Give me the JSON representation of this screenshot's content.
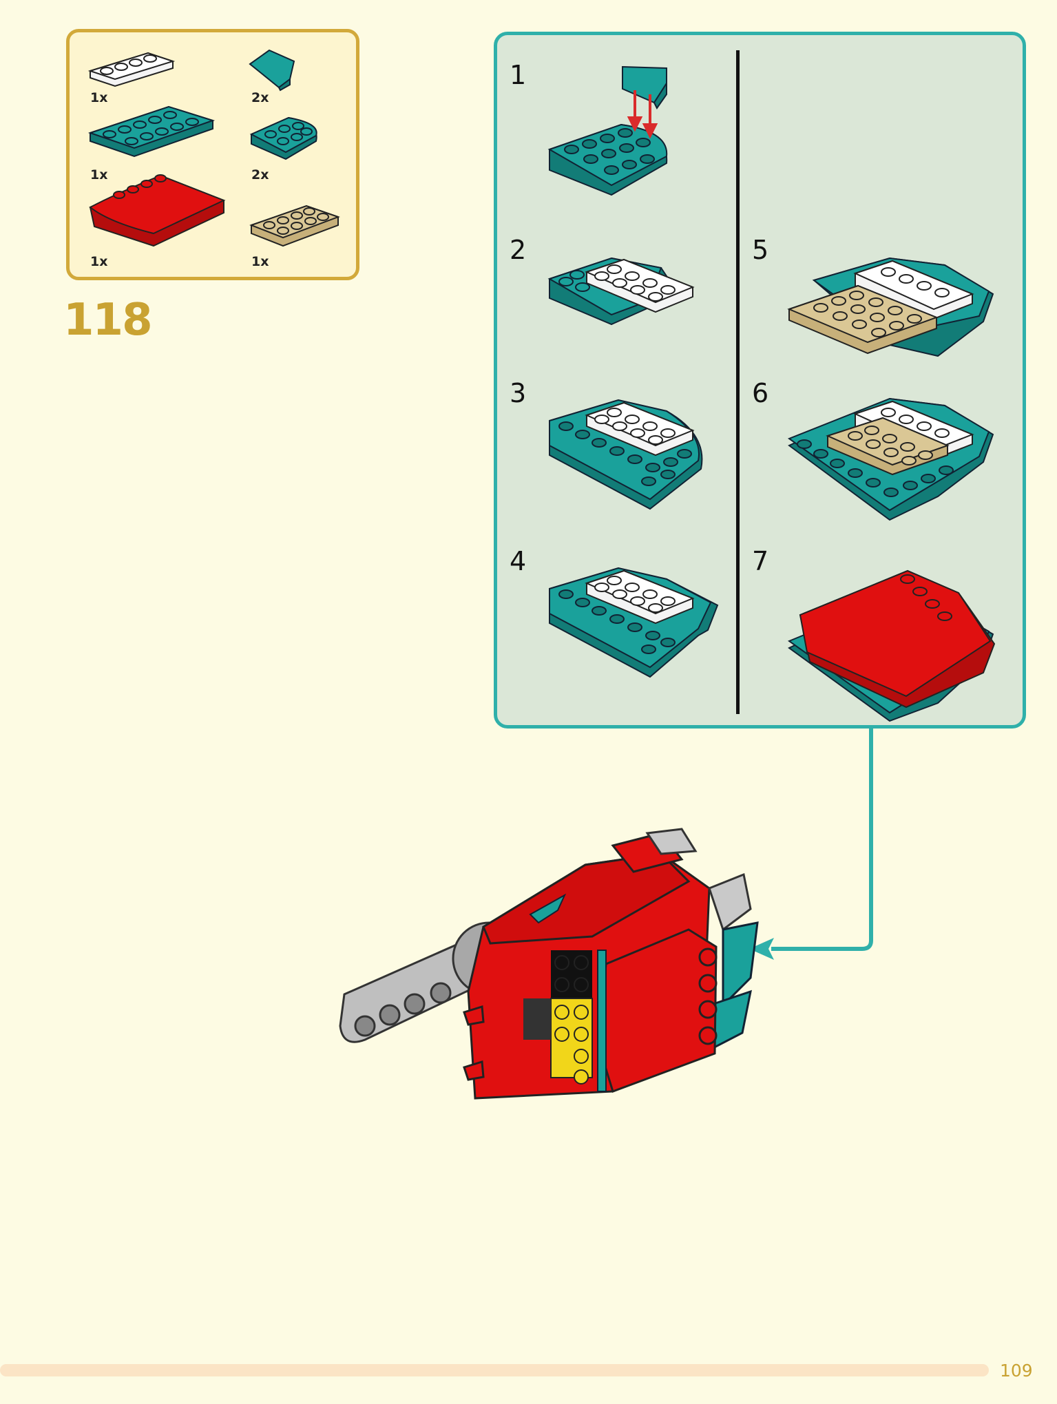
{
  "parts_list": {
    "items": [
      {
        "name": "white-plate-1x4",
        "qty": "1x"
      },
      {
        "name": "teal-wedge-plate",
        "qty": "2x"
      },
      {
        "name": "teal-plate-2x6",
        "qty": "1x"
      },
      {
        "name": "teal-round-corner-plate",
        "qty": "2x"
      },
      {
        "name": "red-curved-slope",
        "qty": "1x"
      },
      {
        "name": "tan-plate-2x4",
        "qty": "1x"
      }
    ]
  },
  "step": {
    "number": "118"
  },
  "substeps": {
    "labels": [
      "1",
      "2",
      "3",
      "4",
      "5",
      "6",
      "7"
    ]
  },
  "page": {
    "number": "109"
  },
  "colors": {
    "teal": "#1aa19b",
    "teal_dark": "#127c77",
    "red": "#e01010",
    "tan": "#dac795",
    "white": "#ffffff",
    "gold": "#c9a232",
    "frame_teal": "#2fb0aa"
  }
}
